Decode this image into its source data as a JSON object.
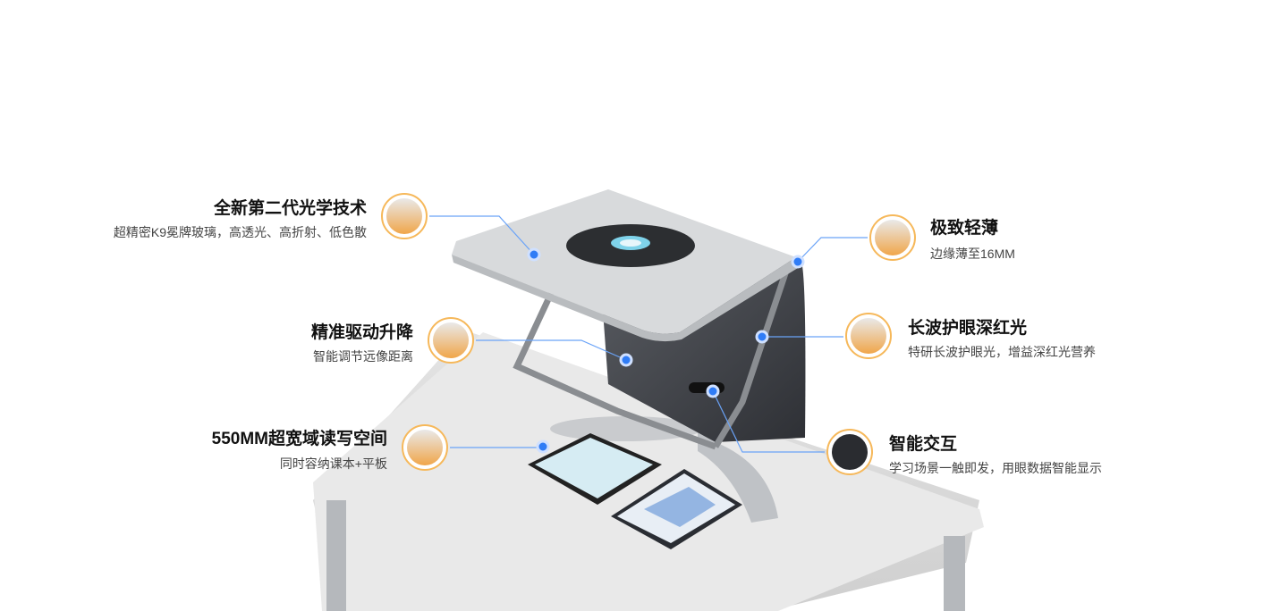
{
  "features": [
    {
      "title": "全新第二代光学技术",
      "subtitle": "超精密K9冕牌玻璃，高透光、高折射、低色散",
      "icon": "optics-lens-icon"
    },
    {
      "title": "精准驱动升降",
      "subtitle": "智能调节远像距离",
      "icon": "lift-mechanism-icon"
    },
    {
      "title": "550MM超宽域读写空间",
      "subtitle": "同时容纳课本+平板",
      "icon": "reading-space-icon"
    },
    {
      "title": "极致轻薄",
      "subtitle": "边缘薄至16MM",
      "icon": "thin-edge-icon"
    },
    {
      "title": "长波护眼深红光",
      "subtitle": "特研长波护眼光，增益深红光营养",
      "icon": "red-light-icon"
    },
    {
      "title": "智能交互",
      "subtitle": "学习场景一触即发，用眼数据智能显示",
      "icon": "smart-display-icon"
    }
  ],
  "colors": {
    "accent": "#2f7cf6",
    "ring": "#f6b85a",
    "line": "#6aa3f8"
  }
}
